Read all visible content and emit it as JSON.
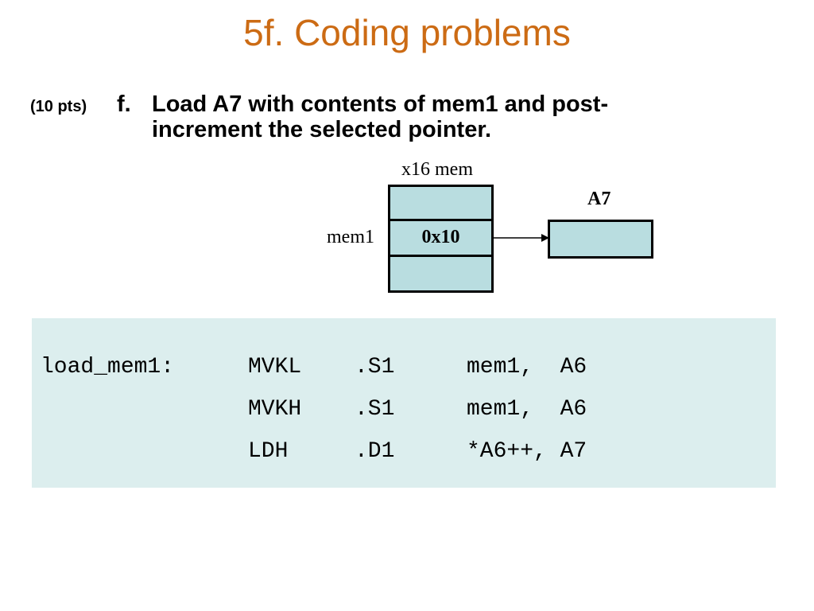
{
  "slide": {
    "title": "5f. Coding problems",
    "points": "(10 pts)",
    "question_letter": "f.",
    "question_text": "Load A7 with contents of mem1 and post-increment the selected pointer."
  },
  "diagram": {
    "mem_label": "x16 mem",
    "register_label": "A7",
    "row_label": "mem1",
    "cell_value": "0x10"
  },
  "code": {
    "lines": [
      {
        "label": "load_mem1:",
        "opcode": "MVKL",
        "unit": ".S1",
        "operands": "mem1,  A6"
      },
      {
        "label": "",
        "opcode": "MVKH",
        "unit": ".S1",
        "operands": "mem1,  A6"
      },
      {
        "label": "",
        "opcode": "LDH",
        "unit": ".D1",
        "operands": "*A6++, A7"
      }
    ]
  },
  "colors": {
    "title": "#cc6b14",
    "cell_fill": "#b9dde0",
    "code_background": "#dceeee"
  }
}
